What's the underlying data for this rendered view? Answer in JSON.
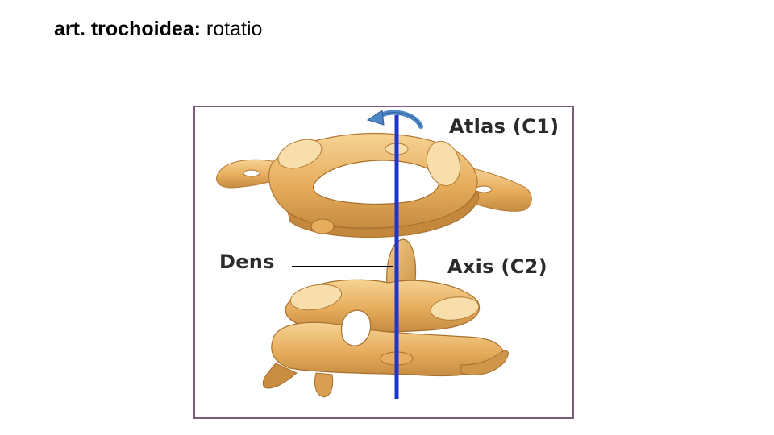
{
  "title": {
    "bold": "art. trochoidea:",
    "normal": " rotatio"
  },
  "figure": {
    "labels": {
      "atlas": "Atlas (C1)",
      "axis": "Axis (C2)",
      "dens": "Dens"
    },
    "colors": {
      "frame": "#7b5d7a",
      "bone": "#e9b566",
      "bone_shadow": "#b9813a",
      "bone_light": "#f8dfaa",
      "axis_line": "#1d35c8",
      "arrow": "#4f86c6"
    }
  }
}
